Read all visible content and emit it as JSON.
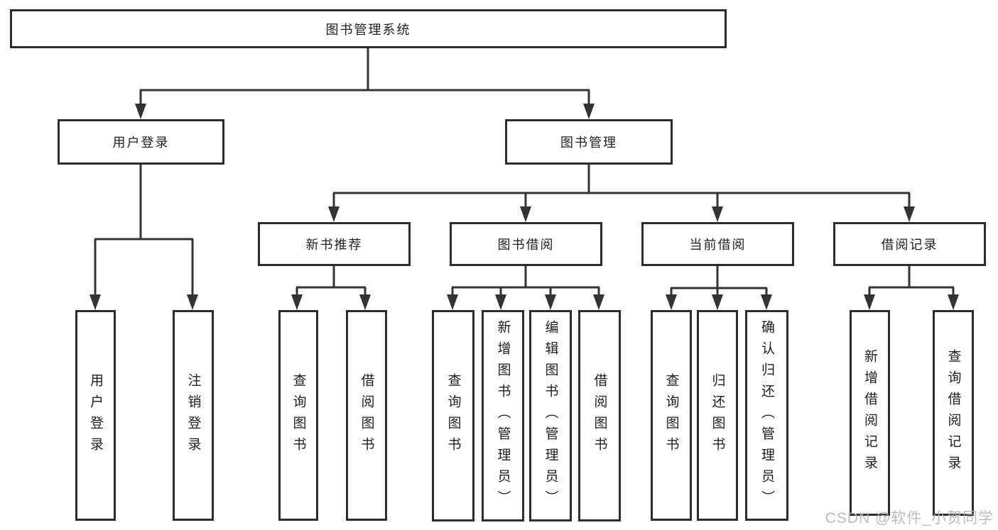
{
  "tree": {
    "root": "图书管理系统",
    "user_login": {
      "label": "用户登录",
      "children": {
        "login": "用户登录",
        "logout": "注销登录"
      }
    },
    "book_mgmt": {
      "label": "图书管理",
      "children": {
        "new_book_rec": {
          "label": "新书推荐",
          "children": {
            "query_books": "查询图书",
            "borrow_books": "借阅图书"
          }
        },
        "book_borrow": {
          "label": "图书借阅",
          "children": {
            "query_books": "查询图书",
            "add_books_admin": "新增图书（管理员）",
            "edit_books_admin": "编辑图书（管理员）",
            "borrow_books": "借阅图书"
          }
        },
        "current_borrow": {
          "label": "当前借阅",
          "children": {
            "query_books": "查询图书",
            "return_books": "归还图书",
            "confirm_return_admin": "确认归还（管理员）"
          }
        },
        "borrow_records": {
          "label": "借阅记录",
          "children": {
            "add_record": "新增借阅记录",
            "query_record": "查询借阅记录"
          }
        }
      }
    }
  },
  "watermark": "CSDN @软件_小贺同学",
  "colors": {
    "line": "#333333",
    "border": "#2d2d2d",
    "text": "#1f1f1f",
    "watermark": "#b5b5b5",
    "background": "#ffffff"
  }
}
